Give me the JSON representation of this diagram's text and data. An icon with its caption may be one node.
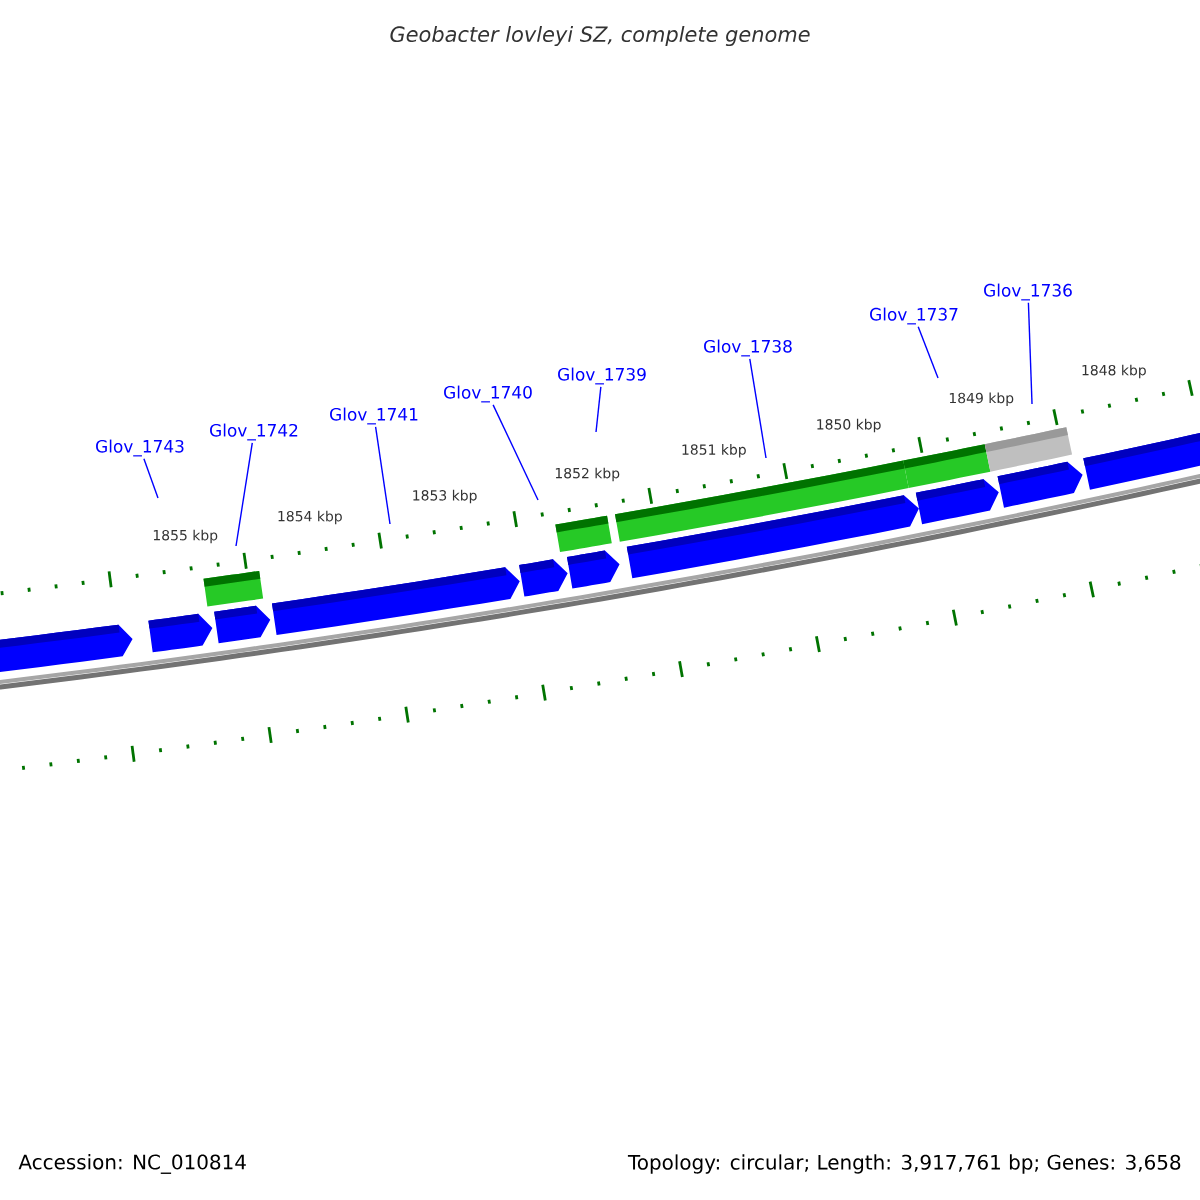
{
  "diagram": {
    "title": "*Geobacter lovleyi* SZ, complete genome",
    "nodes": [
      {
        "text": [
          "Glov_1743"
        ]
      },
      {
        "text": [
          "Glov_1742"
        ]
      },
      {
        "text": [
          "Glov_1741"
        ]
      },
      {
        "text": [
          "Glov_1740"
        ]
      },
      {
        "text": [
          "Glov_1739"
        ]
      },
      {
        "text": [
          "Glov_1738"
        ]
      },
      {
        "text": [
          "Glov_1737"
        ]
      },
      {
        "text": [
          "Glov_1736"
        ]
      }
    ],
    "edges": [
      {
        "from": 0,
        "to": null,
        "arrow": "none"
      },
      {
        "from": 1,
        "to": null,
        "arrow": "none"
      },
      {
        "from": 2,
        "to": null,
        "arrow": "none"
      },
      {
        "from": 3,
        "to": null,
        "arrow": "none"
      },
      {
        "from": 4,
        "to": null,
        "arrow": "none"
      },
      {
        "from": 5,
        "to": null,
        "arrow": "none"
      },
      {
        "from": 6,
        "to": null,
        "arrow": "none"
      },
      {
        "from": 7,
        "to": null,
        "arrow": "none"
      }
    ],
    "labels": [
      "1855 kbp",
      "1854 kbp",
      "1853 kbp",
      "1852 kbp",
      "1851 kbp",
      "1850 kbp",
      "1849 kbp",
      "1848 kbp",
      "Accession: NC_010814",
      "Topology: circular; Length: 3,917,761 bp; Genes: 3,658"
    ]
  }
}
